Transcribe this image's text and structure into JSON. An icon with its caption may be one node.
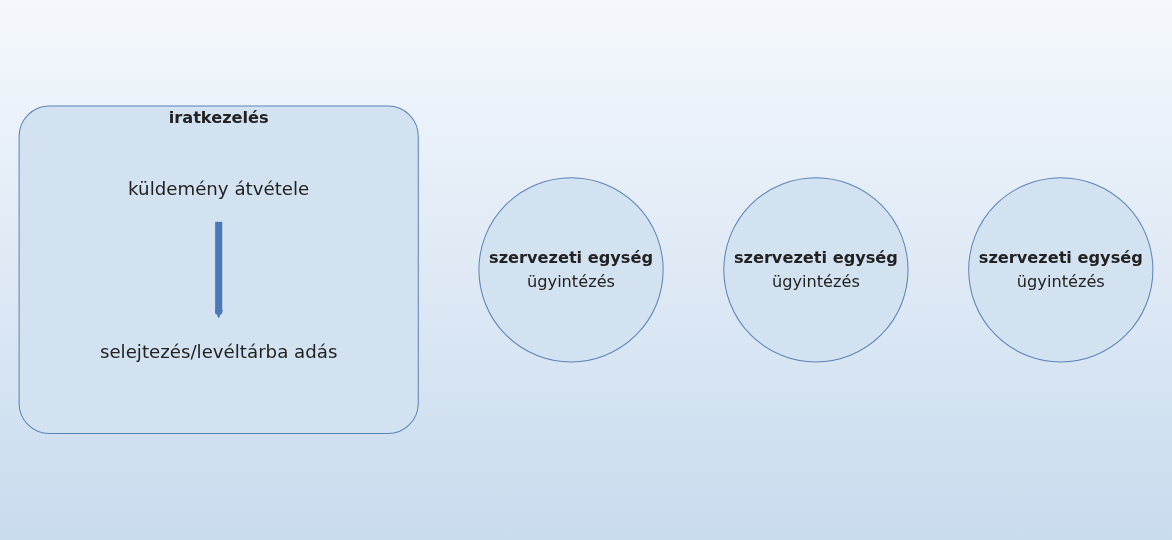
{
  "diagram": {
    "nodes": [
      {
        "text": [
          "szervezeti egység",
          "ügyintézés"
        ]
      },
      {
        "text": [
          "iratkezelés"
        ]
      },
      {
        "text": [
          "küldemény átvétele"
        ],
        "in": 1
      },
      {
        "text": [
          "selejtezés/levéltárba adás"
        ],
        "in": 1
      },
      {
        "text": [
          "szervezeti egység",
          "ügyintézés"
        ]
      },
      {
        "text": [
          "szervezeti egység",
          "ügyintézés"
        ]
      }
    ],
    "edges": [
      {
        "from": 2,
        "to": 3,
        "arrow": "to"
      }
    ]
  }
}
